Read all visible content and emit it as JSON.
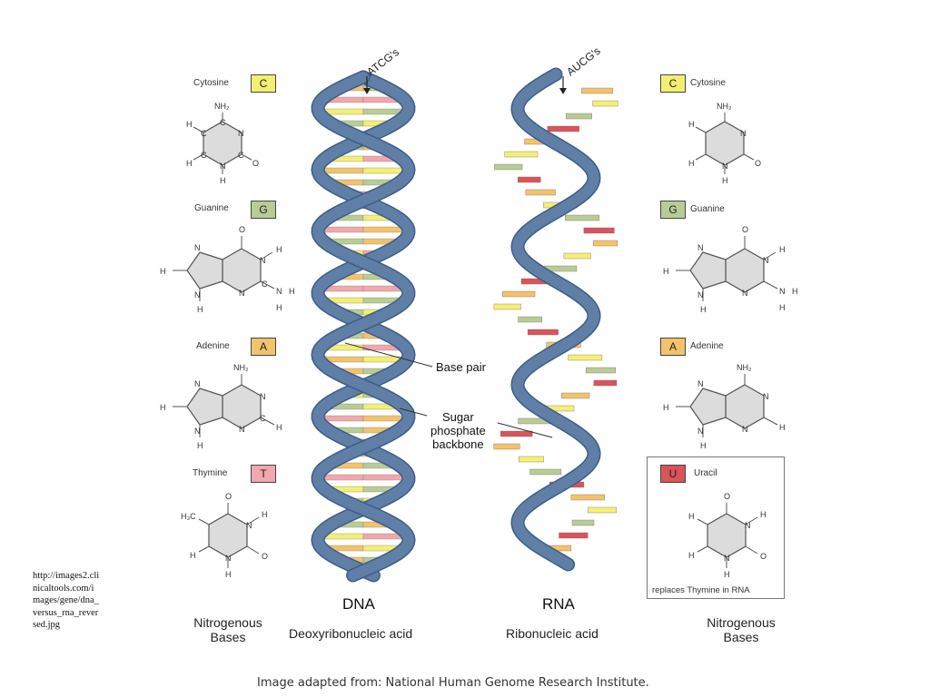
{
  "colors": {
    "C": "#f3ef74",
    "G": "#b8cc96",
    "A": "#f2c36b",
    "T": "#f1a7ae",
    "U": "#d9545b",
    "backbone": "#5f7fa6",
    "backbone_dark": "#3e5d86"
  },
  "left_bases": {
    "cytosine": {
      "name": "Cytosine",
      "letter": "C"
    },
    "guanine": {
      "name": "Guanine",
      "letter": "G"
    },
    "adenine": {
      "name": "Adenine",
      "letter": "A"
    },
    "thymine": {
      "name": "Thymine",
      "letter": "T"
    }
  },
  "right_bases": {
    "cytosine": {
      "name": "Cytosine",
      "letter": "C"
    },
    "guanine": {
      "name": "Guanine",
      "letter": "G"
    },
    "adenine": {
      "name": "Adenine",
      "letter": "A"
    },
    "uracil": {
      "name": "Uracil",
      "letter": "U",
      "note": "replaces Thymine in RNA"
    }
  },
  "atoms": {
    "nh2": "NH₂",
    "h": "H",
    "n": "N",
    "o": "O",
    "c": "C",
    "h3c": "H₃C"
  },
  "dna": {
    "top_label": "ATCG's",
    "title": "DNA",
    "subtitle": "Deoxyribonucleic acid"
  },
  "rna": {
    "top_label": "AUCG's",
    "title": "RNA",
    "subtitle": "Ribonucleic acid"
  },
  "annotations": {
    "base_pair": "Base pair",
    "backbone": [
      "Sugar",
      "phosphate",
      "backbone"
    ]
  },
  "footer_left": [
    "Nitrogenous",
    "Bases"
  ],
  "footer_right": [
    "Nitrogenous",
    "Bases"
  ],
  "source_url": "http://images2.clinicaltools.com/images/gene/dna_versus_rna_reversed.jpg",
  "credit": "Image adapted from: National Human Genome Research Institute."
}
